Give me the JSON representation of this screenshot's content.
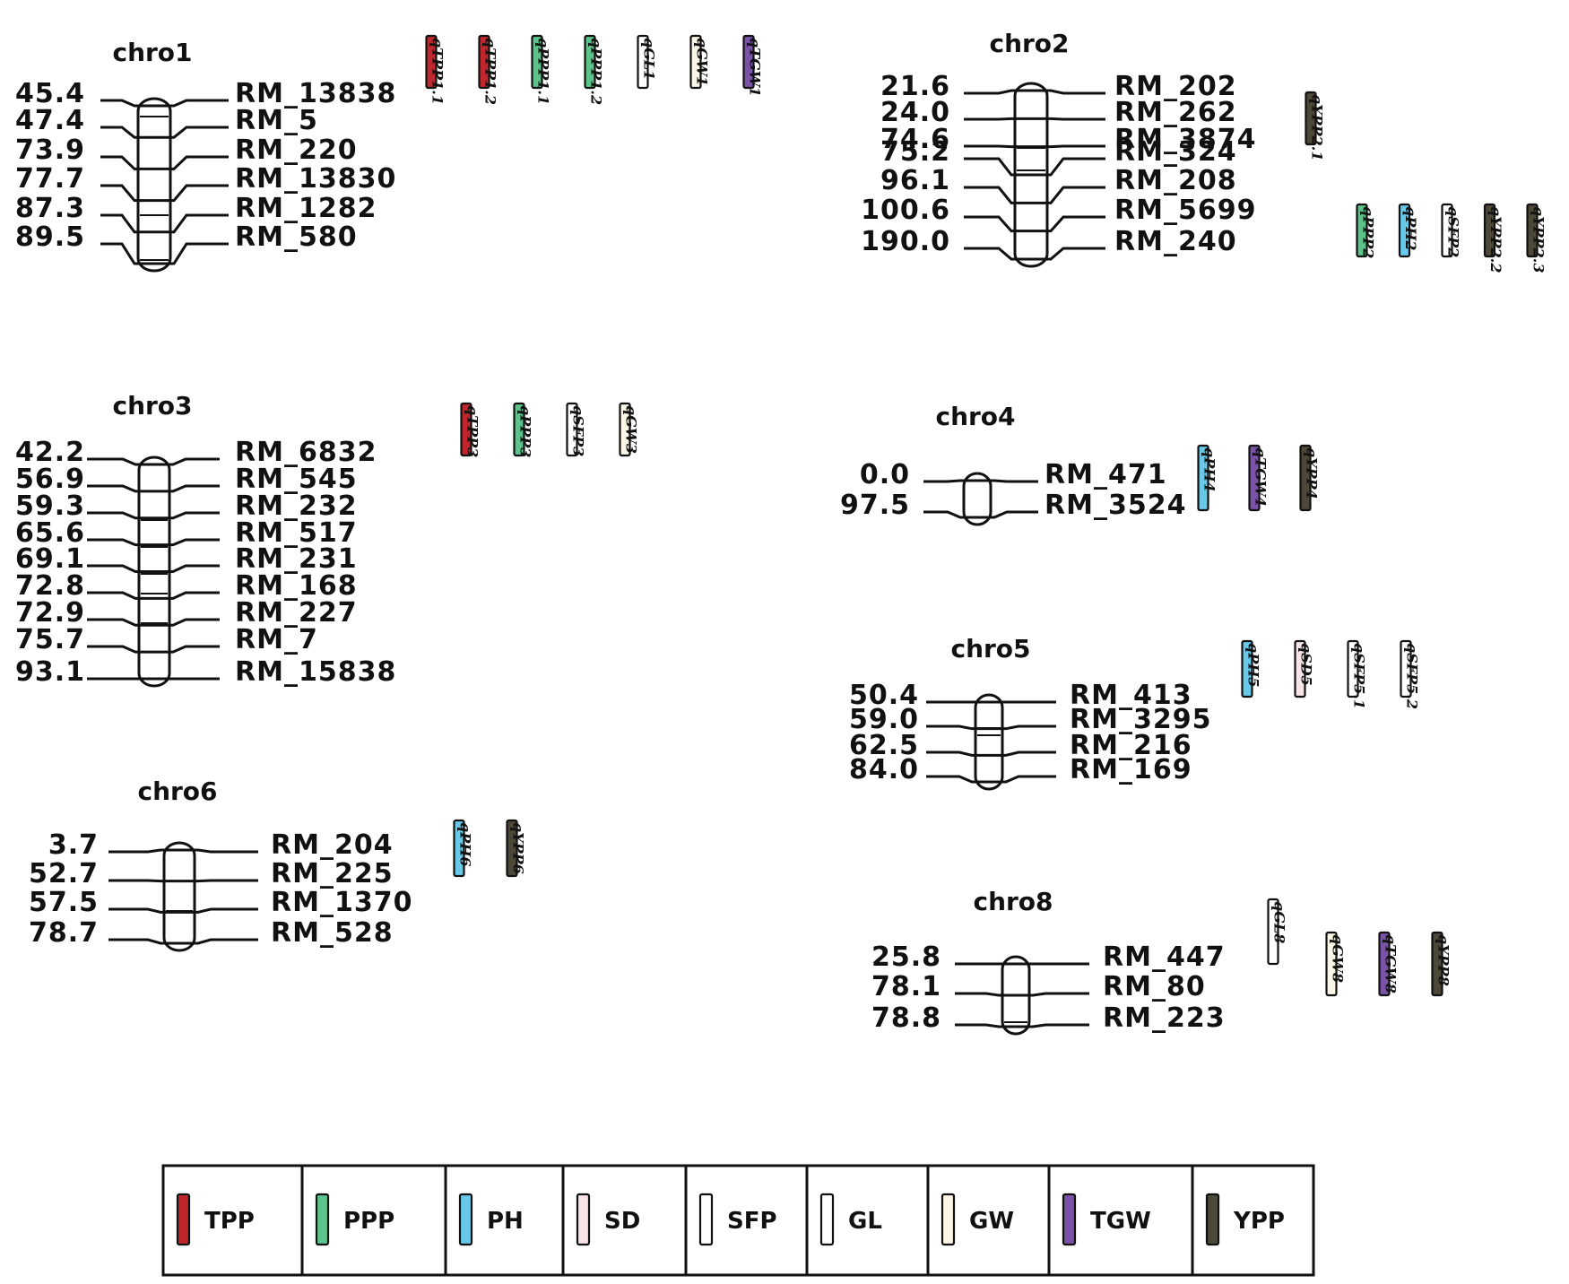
{
  "chromosomes": [
    {
      "id": "chro1",
      "title": "chro1",
      "markers": [
        {
          "pos": "45.4",
          "name": "RM_13838"
        },
        {
          "pos": "47.4",
          "name": "RM_5"
        },
        {
          "pos": "73.9",
          "name": "RM_220"
        },
        {
          "pos": "77.7",
          "name": "RM_13830"
        },
        {
          "pos": "87.3",
          "name": "RM_1282"
        },
        {
          "pos": "89.5",
          "name": "RM_580"
        }
      ],
      "qtls": [
        {
          "name": "qTPP1.1",
          "trait": "TPP"
        },
        {
          "name": "qTPP1.2",
          "trait": "TPP"
        },
        {
          "name": "qPPP1.1",
          "trait": "PPP"
        },
        {
          "name": "qPPP1.2",
          "trait": "PPP"
        },
        {
          "name": "qGL1",
          "trait": "GL"
        },
        {
          "name": "qGW1",
          "trait": "GW"
        },
        {
          "name": "qTGW1",
          "trait": "TGW"
        }
      ]
    },
    {
      "id": "chro2",
      "title": "chro2",
      "markers": [
        {
          "pos": "21.6",
          "name": "RM_202"
        },
        {
          "pos": "24.0",
          "name": "RM_262"
        },
        {
          "pos": "74.6",
          "name": "RM_3874"
        },
        {
          "pos": "75.2",
          "name": "RM_324"
        },
        {
          "pos": "96.1",
          "name": "RM_208"
        },
        {
          "pos": "100.6",
          "name": "RM_5699"
        },
        {
          "pos": "190.0",
          "name": "RM_240"
        }
      ],
      "qtls": [
        {
          "name": "qYPP2.1",
          "trait": "YPP"
        },
        {
          "name": "qPPP2",
          "trait": "PPP"
        },
        {
          "name": "qPH2",
          "trait": "PH"
        },
        {
          "name": "qSFP2",
          "trait": "SFP"
        },
        {
          "name": "qYPP2.2",
          "trait": "YPP"
        },
        {
          "name": "qYPP2.3",
          "trait": "YPP"
        }
      ]
    },
    {
      "id": "chro3",
      "title": "chro3",
      "markers": [
        {
          "pos": "42.2",
          "name": "RM_6832"
        },
        {
          "pos": "56.9",
          "name": "RM_545"
        },
        {
          "pos": "59.3",
          "name": "RM_232"
        },
        {
          "pos": "65.6",
          "name": "RM_517"
        },
        {
          "pos": "69.1",
          "name": "RM_231"
        },
        {
          "pos": "72.8",
          "name": "RM_168"
        },
        {
          "pos": "72.9",
          "name": "RM_227"
        },
        {
          "pos": "75.7",
          "name": "RM_7"
        },
        {
          "pos": "93.1",
          "name": "RM_15838"
        }
      ],
      "qtls": [
        {
          "name": "qTPP3",
          "trait": "TPP"
        },
        {
          "name": "qPPP3",
          "trait": "PPP"
        },
        {
          "name": "qSFP3",
          "trait": "SFP"
        },
        {
          "name": "qGW3",
          "trait": "GW"
        }
      ]
    },
    {
      "id": "chro4",
      "title": "chro4",
      "markers": [
        {
          "pos": "0.0",
          "name": "RM_471"
        },
        {
          "pos": "97.5",
          "name": "RM_3524"
        }
      ],
      "qtls": [
        {
          "name": "qPH4",
          "trait": "PH"
        },
        {
          "name": "qTGW4",
          "trait": "TGW"
        },
        {
          "name": "qYPP4",
          "trait": "YPP"
        }
      ]
    },
    {
      "id": "chro5",
      "title": "chro5",
      "markers": [
        {
          "pos": "50.4",
          "name": "RM_413"
        },
        {
          "pos": "59.0",
          "name": "RM_3295"
        },
        {
          "pos": "62.5",
          "name": "RM_216"
        },
        {
          "pos": "84.0",
          "name": "RM_169"
        }
      ],
      "qtls": [
        {
          "name": "qPH5",
          "trait": "PH"
        },
        {
          "name": "qSD5",
          "trait": "SD"
        },
        {
          "name": "qSFP5.1",
          "trait": "SFP"
        },
        {
          "name": "qSFP5.2",
          "trait": "SFP"
        }
      ]
    },
    {
      "id": "chro6",
      "title": "chro6",
      "markers": [
        {
          "pos": "3.7",
          "name": "RM_204"
        },
        {
          "pos": "52.7",
          "name": "RM_225"
        },
        {
          "pos": "57.5",
          "name": "RM_1370"
        },
        {
          "pos": "78.7",
          "name": "RM_528"
        }
      ],
      "qtls": [
        {
          "name": "qPH6",
          "trait": "PH"
        },
        {
          "name": "qYPP6",
          "trait": "YPP"
        }
      ]
    },
    {
      "id": "chro8",
      "title": "chro8",
      "markers": [
        {
          "pos": "25.8",
          "name": "RM_447"
        },
        {
          "pos": "78.1",
          "name": "RM_80"
        },
        {
          "pos": "78.8",
          "name": "RM_223"
        }
      ],
      "qtls": [
        {
          "name": "qGL8",
          "trait": "GL"
        },
        {
          "name": "qGW8",
          "trait": "GW"
        },
        {
          "name": "qTGW8",
          "trait": "TGW"
        },
        {
          "name": "qYPP8",
          "trait": "YPP"
        }
      ]
    }
  ],
  "legend": [
    {
      "trait": "TPP",
      "color": "#c0272d"
    },
    {
      "trait": "PPP",
      "color": "#5cc48a"
    },
    {
      "trait": "PH",
      "color": "#69c9e8"
    },
    {
      "trait": "SD",
      "color": "#f7e4e6"
    },
    {
      "trait": "SFP",
      "color": "#ffffff"
    },
    {
      "trait": "GL",
      "color": "#ffffff"
    },
    {
      "trait": "GW",
      "color": "#fbf6e6"
    },
    {
      "trait": "TGW",
      "color": "#7a52a8"
    },
    {
      "trait": "YPP",
      "color": "#4d4838"
    }
  ]
}
